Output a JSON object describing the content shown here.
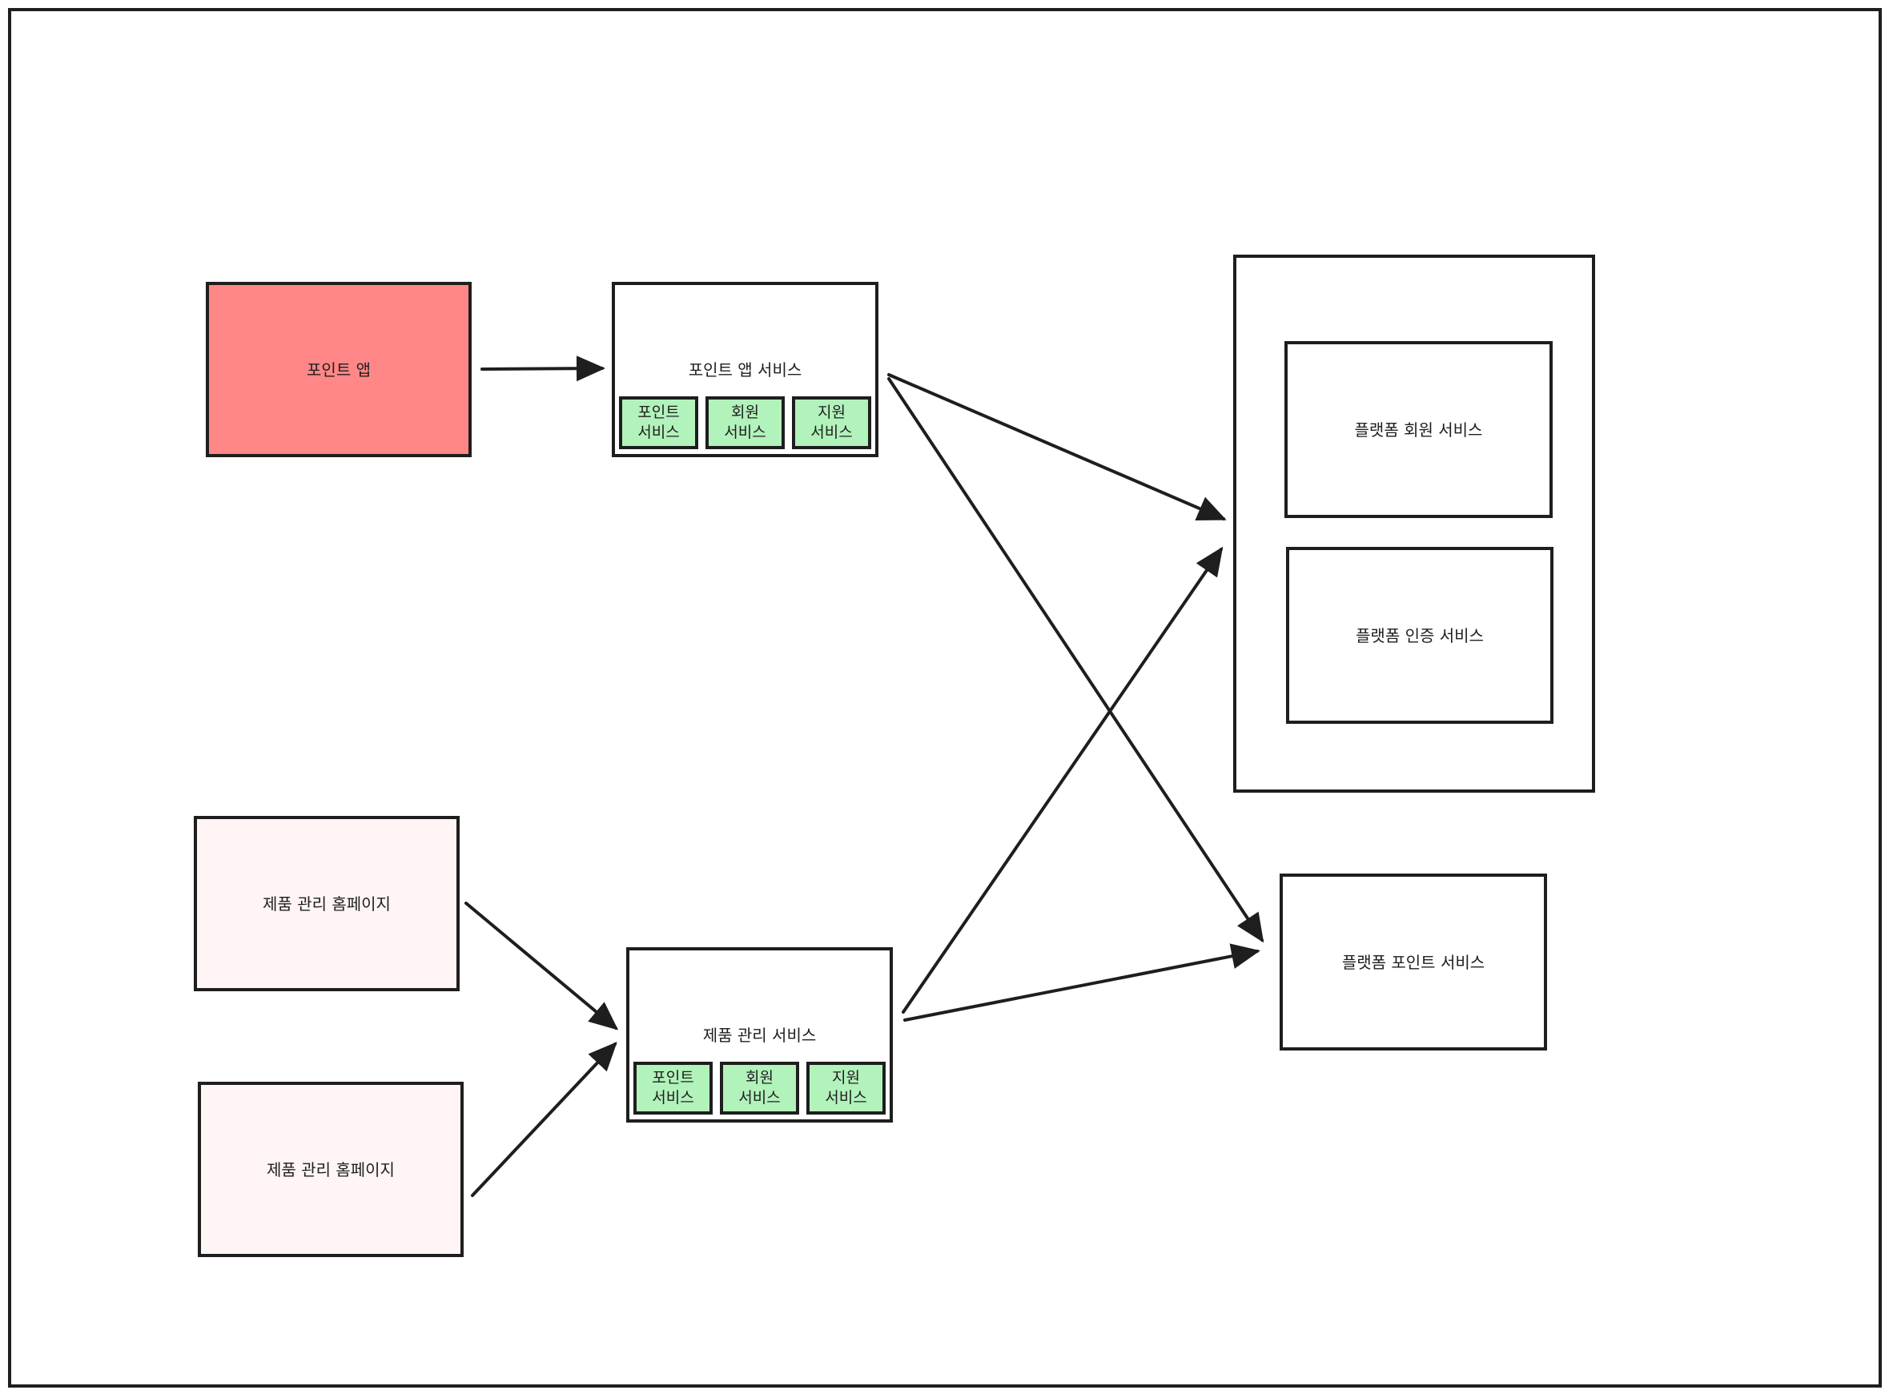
{
  "colors": {
    "stroke": "#1e1e1e",
    "app_red": "#ff8787",
    "homepage_pink": "#fff5f5",
    "subservice_green": "#b2f2bb",
    "background": "#ffffff"
  },
  "clients": {
    "point_app": "포인트 앱",
    "homepage_1": "제품 관리 홈페이지",
    "homepage_2": "제품 관리 홈페이지"
  },
  "point_app_service": {
    "title": "포인트 앱 서비스",
    "modules": [
      "포인트\n서비스",
      "회원\n서비스",
      "지원\n서비스"
    ]
  },
  "product_service": {
    "title": "제품 관리 서비스",
    "modules": [
      "포인트\n서비스",
      "회원\n서비스",
      "지원\n서비스"
    ]
  },
  "platform": {
    "member_service": "플랫폼 회원 서비스",
    "auth_service": "플랫폼 인증 서비스",
    "point_service": "플랫폼 포인트 서비스"
  }
}
